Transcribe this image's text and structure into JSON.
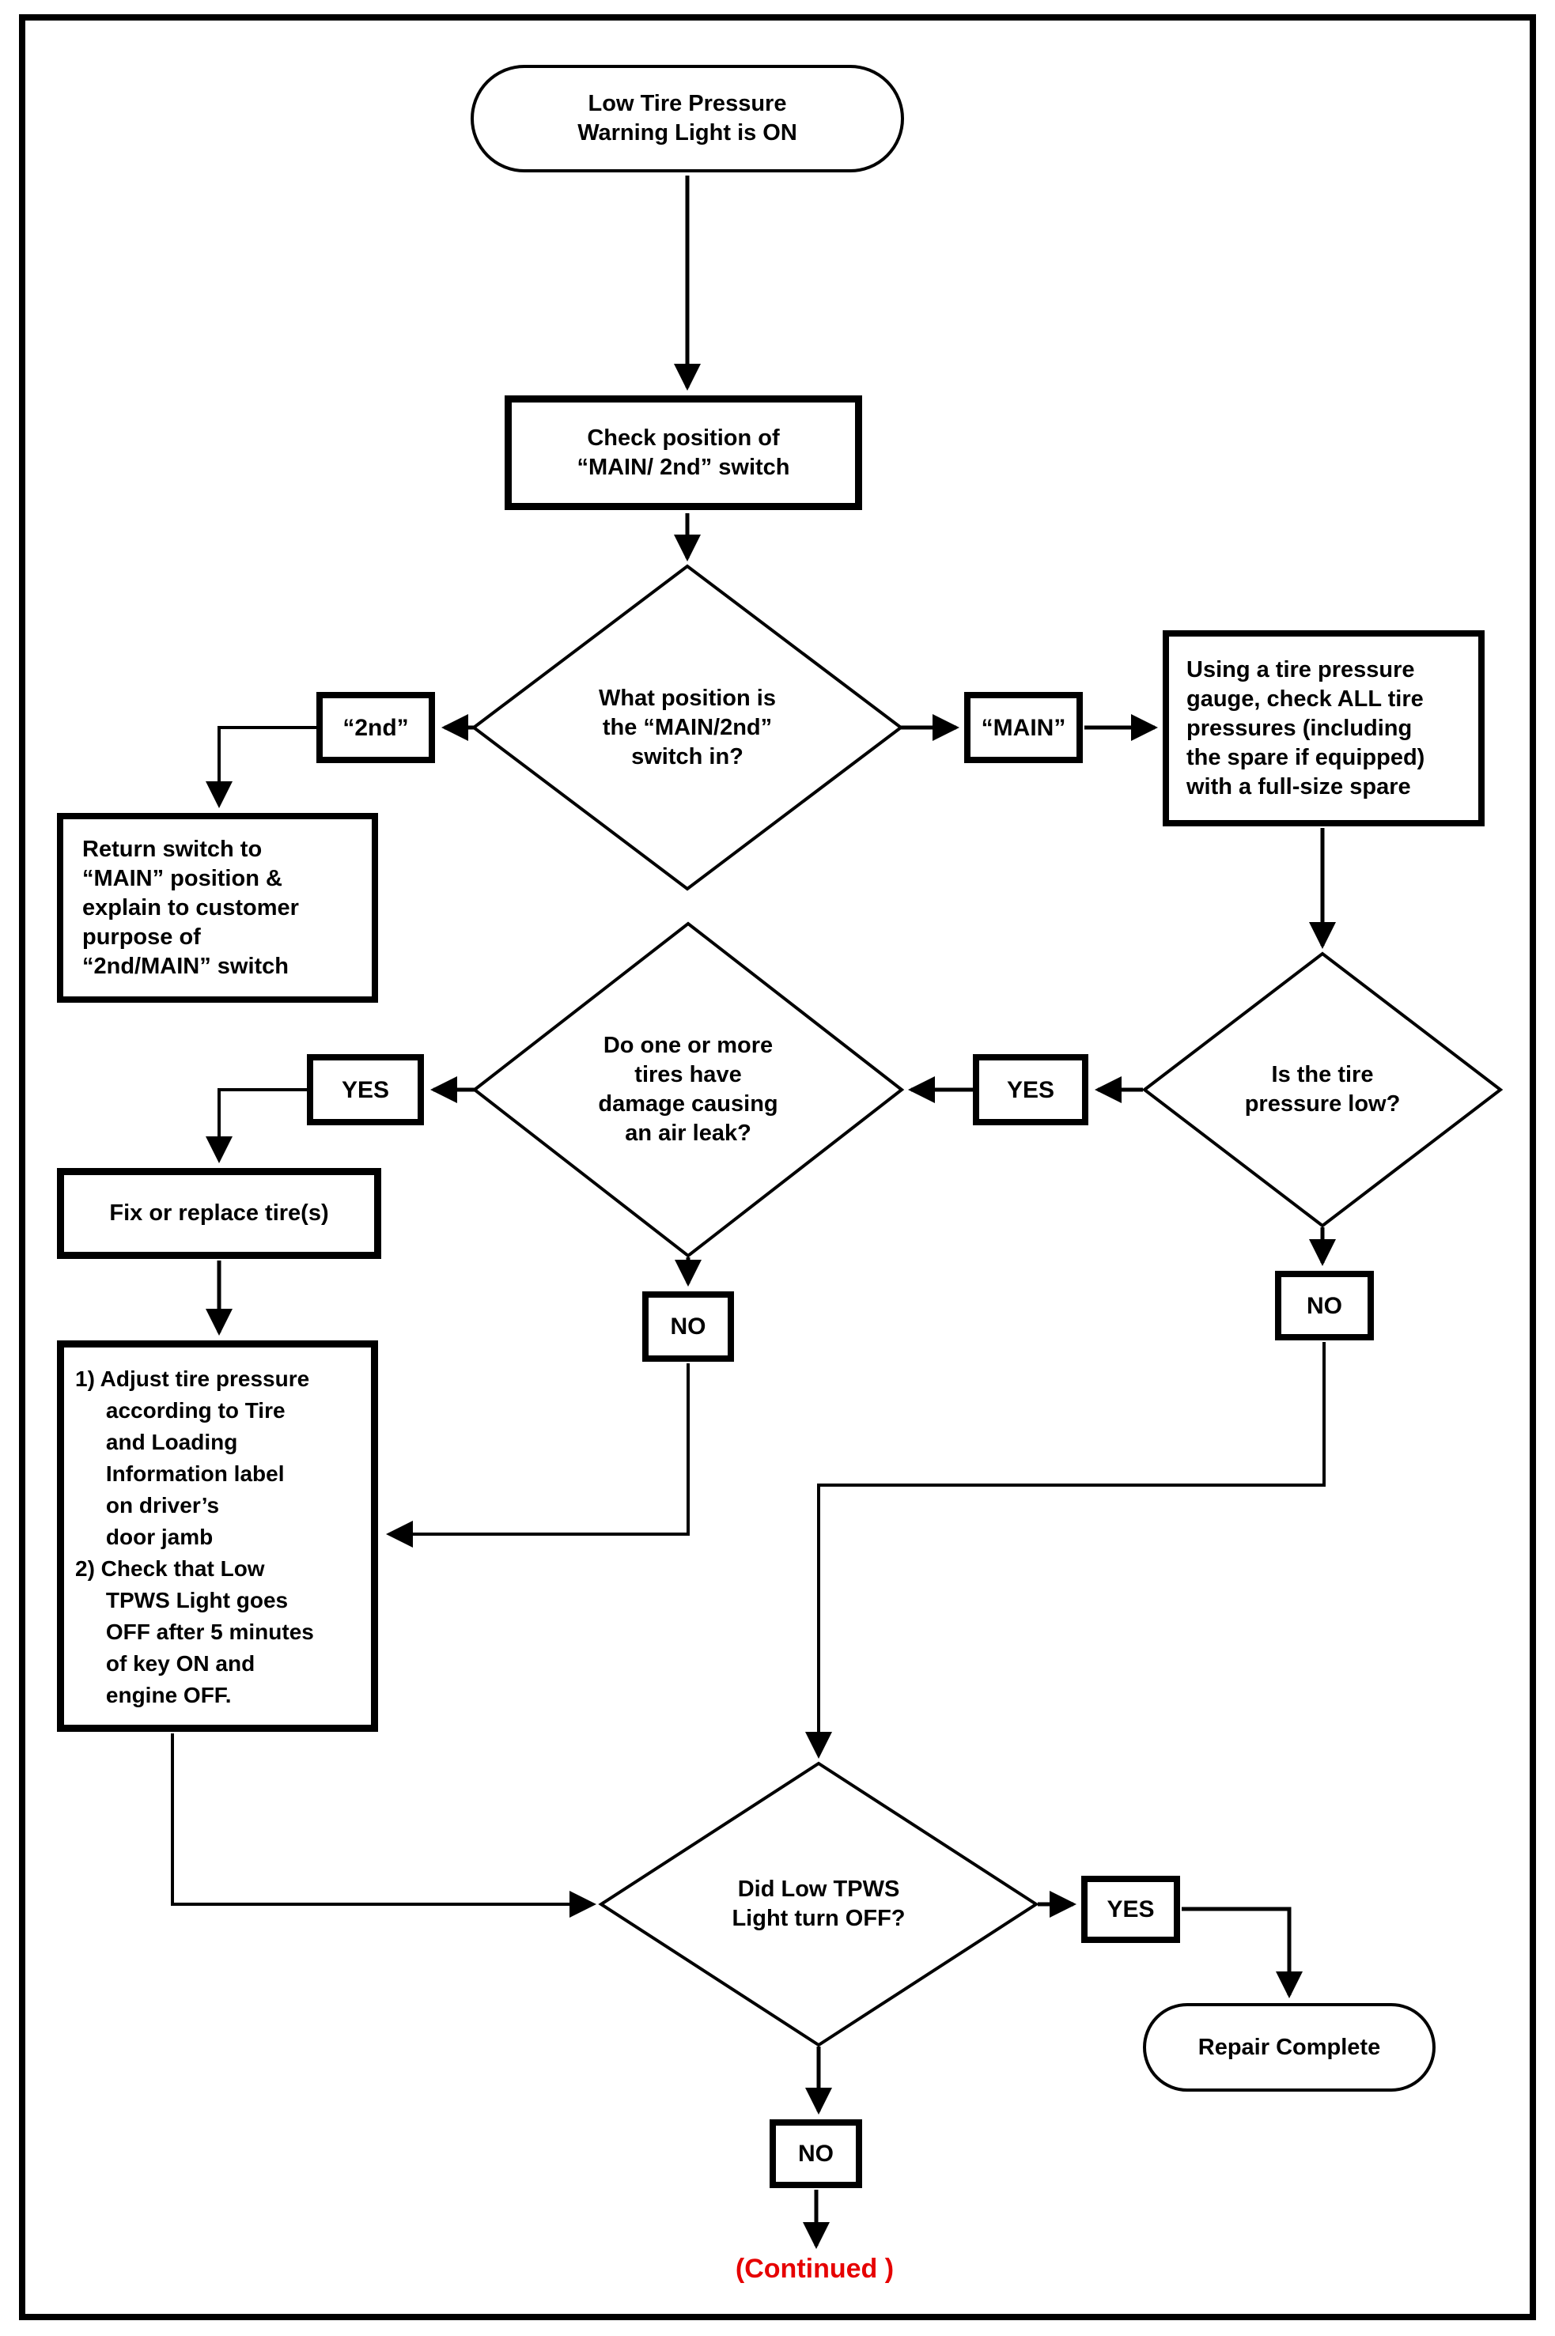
{
  "colors": {
    "line": "#000000",
    "text": "#000000",
    "continued_red": "#e60000",
    "background": "#ffffff"
  },
  "nodes": {
    "start": {
      "text": "Low Tire Pressure\nWarning Light is ON"
    },
    "check_switch": {
      "text": "Check position of\n“MAIN/ 2nd” switch"
    },
    "q_switch_position": {
      "text": "What position is\nthe “MAIN/2nd”\nswitch in?"
    },
    "label_2nd": {
      "text": "“2nd”"
    },
    "label_main": {
      "text": "“MAIN”"
    },
    "return_switch": {
      "text": "Return switch to\n“MAIN” position &\nexplain to customer\npurpose of\n“2nd/MAIN” switch"
    },
    "check_pressures": {
      "text": "Using a tire pressure\ngauge, check ALL tire\npressures (including\nthe spare if equipped)\nwith a full-size spare"
    },
    "q_pressure_low": {
      "text": "Is the tire\npressure low?"
    },
    "q_tire_damage": {
      "text": "Do one or more\ntires have\ndamage causing\nan air leak?"
    },
    "yes_damage": {
      "text": "YES"
    },
    "yes_pressure": {
      "text": "YES"
    },
    "no_damage": {
      "text": "NO"
    },
    "no_pressure": {
      "text": "NO"
    },
    "fix_tires": {
      "text": "Fix or replace tire(s)"
    },
    "adjust": {
      "text": "1) Adjust tire pressure\n     according to Tire\n     and Loading\n     Information label\n     on driver’s\n     door jamb\n2) Check that Low\n     TPWS Light goes\n     OFF after 5 minutes\n     of key ON and\n     engine OFF."
    },
    "q_light_off": {
      "text": "Did Low TPWS\nLight turn OFF?"
    },
    "yes_light_off": {
      "text": "YES"
    },
    "no_light_off": {
      "text": "NO"
    },
    "repair_complete": {
      "text": "Repair Complete"
    },
    "continued": {
      "text": "(Continued )"
    }
  }
}
